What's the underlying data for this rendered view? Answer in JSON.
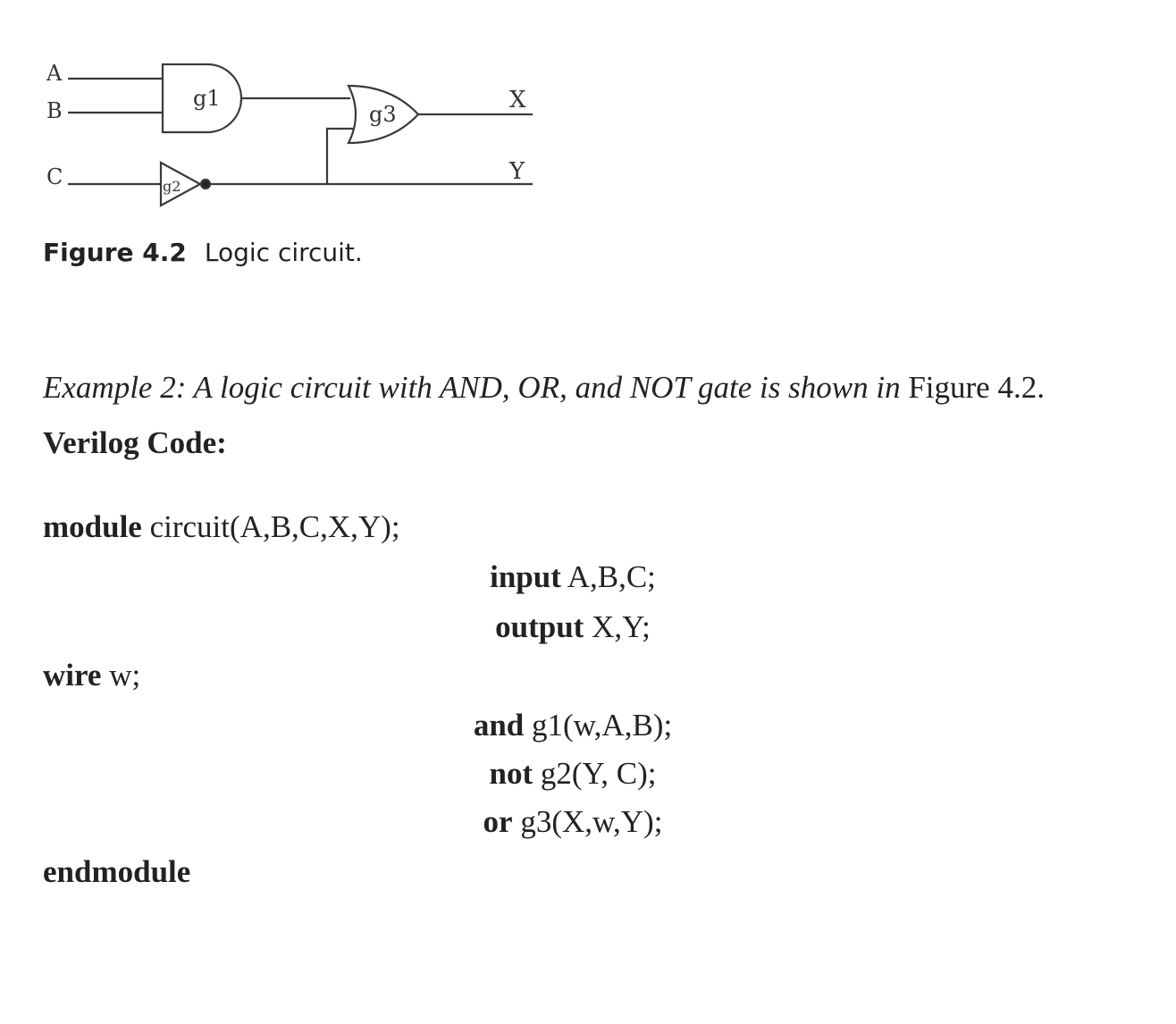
{
  "figure": {
    "labels": {
      "a": "A",
      "b": "B",
      "c": "C",
      "g1": "g1",
      "g2": "g2",
      "g3": "g3",
      "x": "X",
      "y": "Y"
    },
    "caption_label": "Figure 4.2",
    "caption_text": "Logic circuit."
  },
  "example": {
    "italic_text": "Example 2: A logic circuit with AND, OR, and NOT gate is shown in",
    "ref_text": "Figure 4.2."
  },
  "code_heading": "Verilog Code:",
  "code": {
    "module_kw": "module",
    "module_rest": "circuit(A,B,C,X,Y);",
    "input_kw": "input",
    "input_rest": "A,B,C;",
    "output_kw": "output",
    "output_rest": "X,Y;",
    "wire_kw": "wire",
    "wire_rest": "w;",
    "and_kw": "and",
    "and_rest": "g1(w,A,B);",
    "not_kw": "not",
    "not_rest": "g2(Y, C);",
    "or_kw": "or",
    "or_rest": "g3(X,w,Y);",
    "end_kw": "endmodule"
  }
}
